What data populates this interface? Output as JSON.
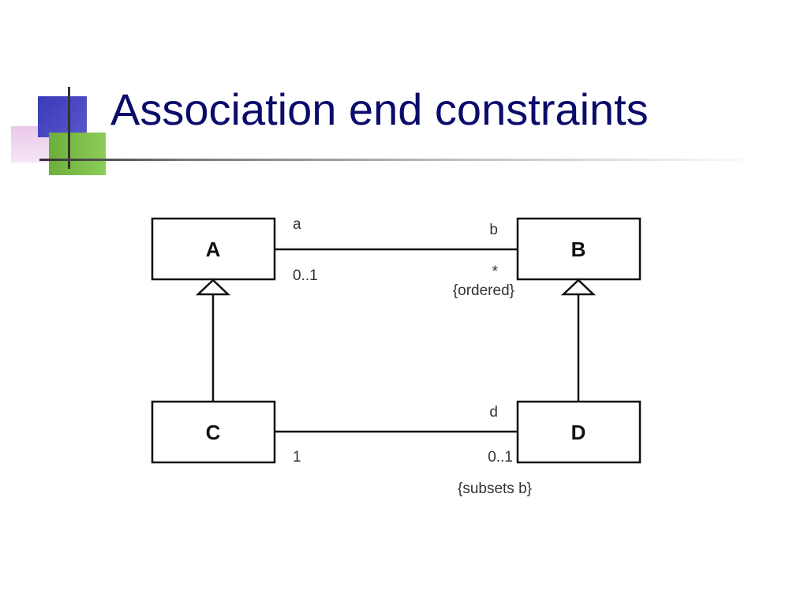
{
  "slide": {
    "title": "Association end constraints"
  },
  "diagram": {
    "classes": {
      "a": "A",
      "b": "B",
      "c": "C",
      "d": "D"
    },
    "association_ab": {
      "end_a_role": "a",
      "end_a_multiplicity": "0..1",
      "end_b_role": "b",
      "end_b_multiplicity": "*",
      "end_b_constraint": "{ordered}"
    },
    "association_cd": {
      "end_c_multiplicity": "1",
      "end_d_role": "d",
      "end_d_multiplicity": "0..1",
      "end_d_constraint": "{subsets b}"
    },
    "generalizations": [
      "C-to-A",
      "D-to-B"
    ]
  },
  "colors": {
    "title": "#0b0b6b",
    "ornament_blue": "#3a3ab8",
    "ornament_green": "#6caf3a",
    "ornament_pink": "#e9c8ea"
  }
}
